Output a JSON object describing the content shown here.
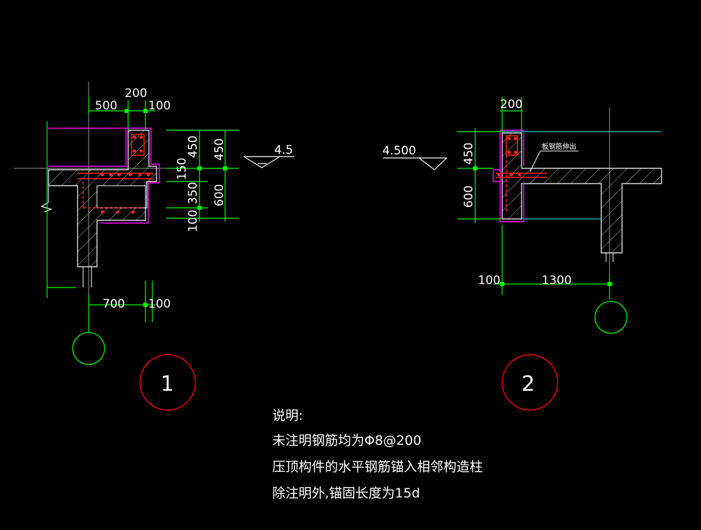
{
  "detail1": {
    "dims_top": [
      "500",
      "200",
      "100"
    ],
    "dims_right": [
      "450",
      "150",
      "350",
      "100",
      "450",
      "600"
    ],
    "dims_bottom": [
      "700",
      "100"
    ],
    "elevation": "4.5",
    "detail_number": "1"
  },
  "detail2": {
    "dims_top": [
      "200"
    ],
    "dims_left": [
      "450",
      "600"
    ],
    "dims_bottom": [
      "100",
      "1300"
    ],
    "elevation": "4.500",
    "slab_note": "板钢筋伸出",
    "detail_number": "2"
  },
  "notes": {
    "title": "说明:",
    "lines": [
      "未注明钢筋均为Φ8@200",
      "压顶构件的水平钢筋锚入相邻构造柱",
      "除注明外,锚固长度为15d"
    ]
  },
  "colors": {
    "dimension": "#00ff00",
    "outline": "#ff00ff",
    "rebar": "#ff2222",
    "bubble": "#ff0000",
    "axis_bubble": "#00ff00",
    "concrete": "#ffffff",
    "cyan_line": "#00ffff"
  }
}
